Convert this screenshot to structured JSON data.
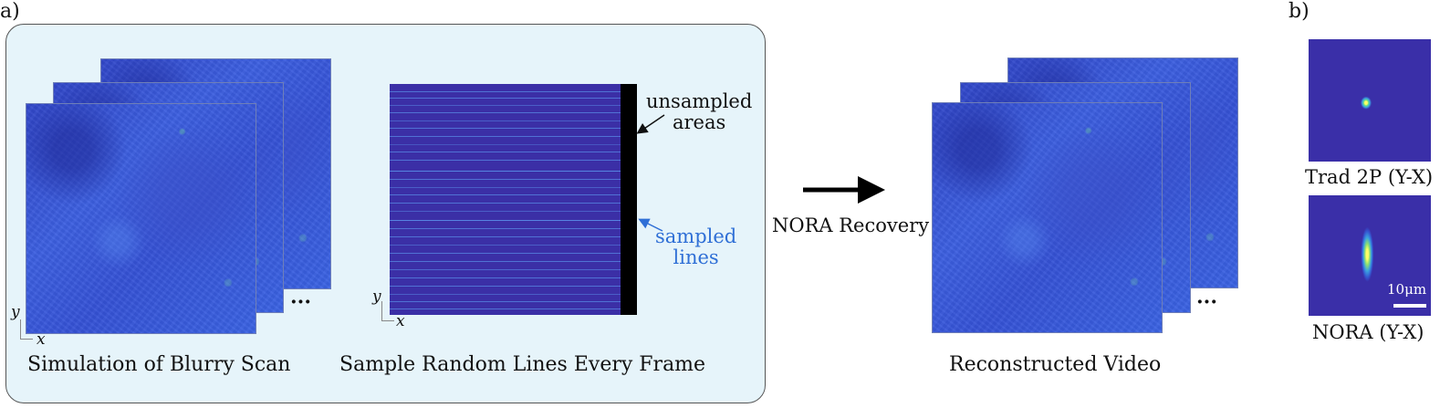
{
  "panel_a": {
    "label": "a)",
    "axis_y": "y",
    "axis_x": "x",
    "ellipsis": "···",
    "caption_left": "Simulation of Blurry Scan",
    "caption_middle": "Sample Random Lines Every Frame",
    "annotation_unsampled": "unsampled\nareas",
    "annotation_sampled": "sampled\nlines",
    "arrow_label": "NORA Recovery",
    "caption_right": "Reconstructed Video"
  },
  "panel_b": {
    "label": "b)",
    "caption_top": "Trad 2P (Y-X)",
    "caption_bottom": "NORA (Y-X)",
    "scale_label": "10μm"
  },
  "colors": {
    "box_fill": "#e6f4fa",
    "sampled_annotation": "#2f6fd6",
    "frame_blue": "#3552d6",
    "psf_background": "#3a2fa8"
  }
}
